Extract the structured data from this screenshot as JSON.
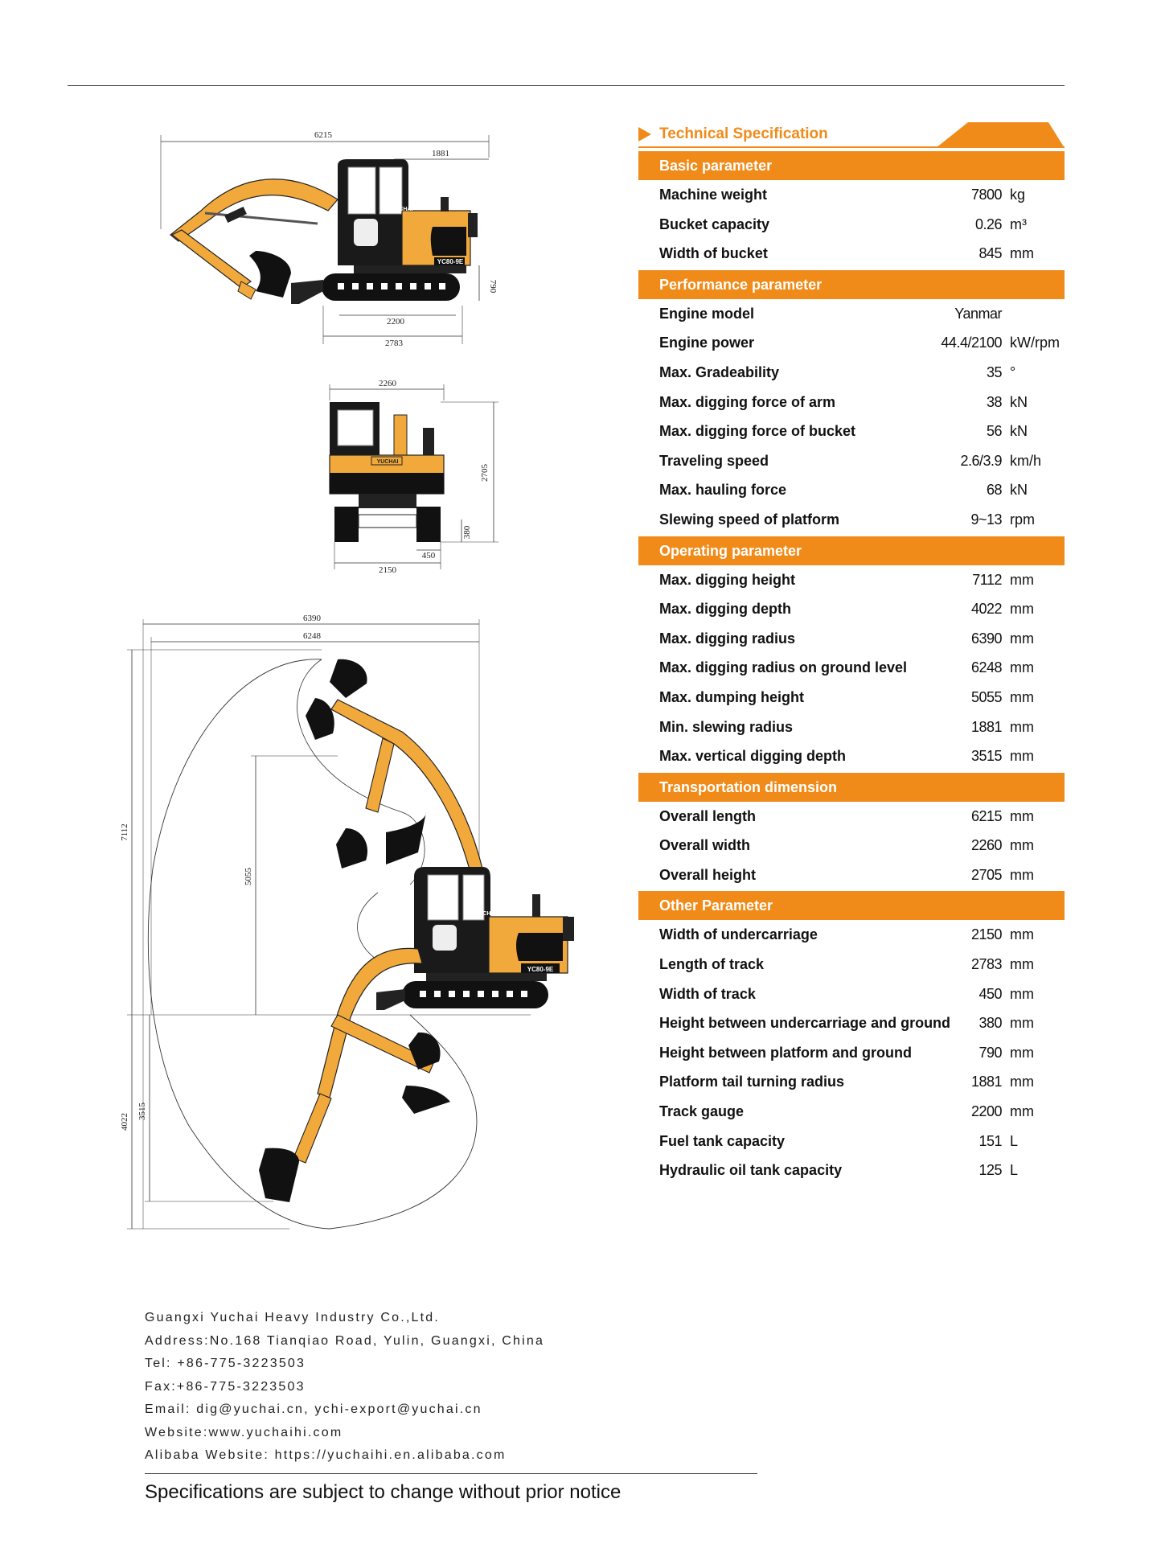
{
  "drawing_dimensions": {
    "side": {
      "overall_length": "6215",
      "tail_radius": "1881",
      "track_gauge": "2200",
      "track_length": "2783",
      "platform_height": "790",
      "model_plate": "YC80-9E",
      "brand": "YUCHAI"
    },
    "front": {
      "overall_width": "2260",
      "overall_height": "2705",
      "undercarriage_width": "2150",
      "track_width": "450",
      "ground_clearance": "380",
      "brand": "YUCHAI"
    },
    "range": {
      "max_digging_radius": "6390",
      "radius_ground": "6248",
      "max_digging_height": "7112",
      "max_dumping_height": "5055",
      "max_digging_depth": "4022",
      "max_vertical_depth": "3515",
      "model_plate": "YC80-9E",
      "brand": "YUCHAI"
    }
  },
  "spec": {
    "title": "Technical Specification",
    "sections": [
      {
        "title": "Basic parameter",
        "rows": [
          {
            "label": "Machine weight",
            "value": "7800",
            "unit": "kg"
          },
          {
            "label": "Bucket capacity",
            "value": "0.26",
            "unit": "m³"
          },
          {
            "label": "Width of bucket",
            "value": "845",
            "unit": "mm"
          }
        ]
      },
      {
        "title": "Performance parameter",
        "rows": [
          {
            "label": "Engine model",
            "value": "Yanmar",
            "unit": ""
          },
          {
            "label": "Engine power",
            "value": "44.4/2100",
            "unit": "kW/rpm"
          },
          {
            "label": "Max. Gradeability",
            "value": "35",
            "unit": "°"
          },
          {
            "label": "Max. digging force of arm",
            "value": "38",
            "unit": "kN"
          },
          {
            "label": "Max. digging force of bucket",
            "value": "56",
            "unit": "kN"
          },
          {
            "label": "Traveling speed",
            "value": "2.6/3.9",
            "unit": "km/h"
          },
          {
            "label": "Max. hauling force",
            "value": "68",
            "unit": "kN"
          },
          {
            "label": "Slewing speed of platform",
            "value": "9~13",
            "unit": "rpm"
          }
        ]
      },
      {
        "title": "Operating parameter",
        "rows": [
          {
            "label": "Max. digging height",
            "value": "7112",
            "unit": "mm"
          },
          {
            "label": "Max. digging depth",
            "value": "4022",
            "unit": "mm"
          },
          {
            "label": "Max. digging radius",
            "value": "6390",
            "unit": "mm"
          },
          {
            "label": "Max. digging radius on ground level",
            "value": "6248",
            "unit": "mm"
          },
          {
            "label": "Max. dumping height",
            "value": "5055",
            "unit": "mm"
          },
          {
            "label": "Min. slewing radius",
            "value": "1881",
            "unit": "mm"
          },
          {
            "label": "Max. vertical digging depth",
            "value": "3515",
            "unit": "mm"
          }
        ]
      },
      {
        "title": "Transportation dimension",
        "rows": [
          {
            "label": "Overall length",
            "value": "6215",
            "unit": "mm"
          },
          {
            "label": "Overall width",
            "value": "2260",
            "unit": "mm"
          },
          {
            "label": "Overall height",
            "value": "2705",
            "unit": "mm"
          }
        ]
      },
      {
        "title": "Other Parameter",
        "rows": [
          {
            "label": "Width of undercarriage",
            "value": "2150",
            "unit": "mm"
          },
          {
            "label": "Length of track",
            "value": "2783",
            "unit": "mm"
          },
          {
            "label": "Width of track",
            "value": "450",
            "unit": "mm"
          },
          {
            "label": "Height between undercarriage and ground",
            "value": "380",
            "unit": "mm"
          },
          {
            "label": "Height between platform and ground",
            "value": "790",
            "unit": "mm"
          },
          {
            "label": "Platform tail turning radius",
            "value": "1881",
            "unit": "mm"
          },
          {
            "label": "Track gauge",
            "value": "2200",
            "unit": "mm"
          },
          {
            "label": "Fuel tank capacity",
            "value": "151",
            "unit": "L"
          },
          {
            "label": "Hydraulic oil tank capacity",
            "value": "125",
            "unit": "L"
          }
        ]
      }
    ]
  },
  "footer": {
    "company": "Guangxi Yuchai Heavy Industry Co.,Ltd.",
    "address": "Address:No.168 Tianqiao Road, Yulin, Guangxi, China",
    "tel": "Tel: +86-775-3223503",
    "fax": "Fax:+86-775-3223503",
    "email": "Email: dig@yuchai.cn, ychi-export@yuchai.cn",
    "website": "Website:www.yuchaihi.com",
    "alibaba": "Alibaba Website: https://yuchaihi.en.alibaba.com",
    "notice": "Specifications are subject to change without prior notice"
  },
  "colors": {
    "accent": "#f08b1a",
    "machine_yellow": "#f2a93b",
    "cab_black": "#1a1a1a"
  }
}
